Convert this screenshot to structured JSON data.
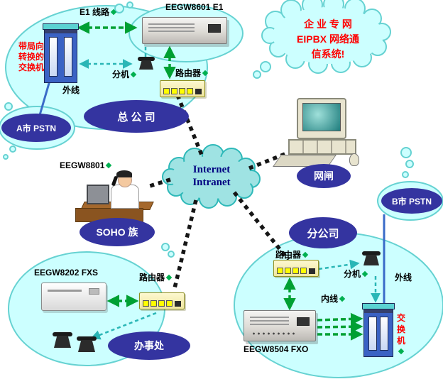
{
  "colors": {
    "cloud_fill": "#ccffff",
    "cloud_border": "#66d2d2",
    "internet_cloud_fill": "#9fe3e3",
    "site_ellipse": "#3434a0",
    "red_text": "#ff0000",
    "green_link": "#00a033",
    "cyan_link": "#2ab6b6",
    "pstn_link": "#3a6bc8",
    "backbone_link": "#161616",
    "router_body": "#f7f0b4",
    "switch_body": "#3a62c4"
  },
  "speech_bubble": {
    "line1": "企 业 专 网",
    "line2": "EIPBX 网络通",
    "line3": "信系统!"
  },
  "internet_cloud": {
    "line1": "Internet",
    "line2": "Intranet"
  },
  "headquarters": {
    "e1_label": "E1 线路",
    "gateway_label": "EEGW8601 E1",
    "extension_label": "分机",
    "router_label": "路由器",
    "outside_label": "外线",
    "pbx_label": "带局向转换的交换机",
    "site_label": "总 公 司",
    "pstn_label": "A市 PSTN"
  },
  "gateway_area": {
    "site_label": "网闸"
  },
  "soho_area": {
    "device_label": "EEGW8801",
    "site_label": "SOHO 族"
  },
  "office_area": {
    "device_label": "EEGW8202 FXS",
    "router_label": "路由器",
    "site_label": "办事处"
  },
  "branch_area": {
    "site_label": "分公司",
    "router_label": "路由器",
    "extension_label": "分机",
    "outside_label": "外线",
    "inside_label": "内线",
    "device_label": "EEGW8504 FXO",
    "switch_label": "交换机",
    "pstn_label": "B市 PSTN"
  }
}
